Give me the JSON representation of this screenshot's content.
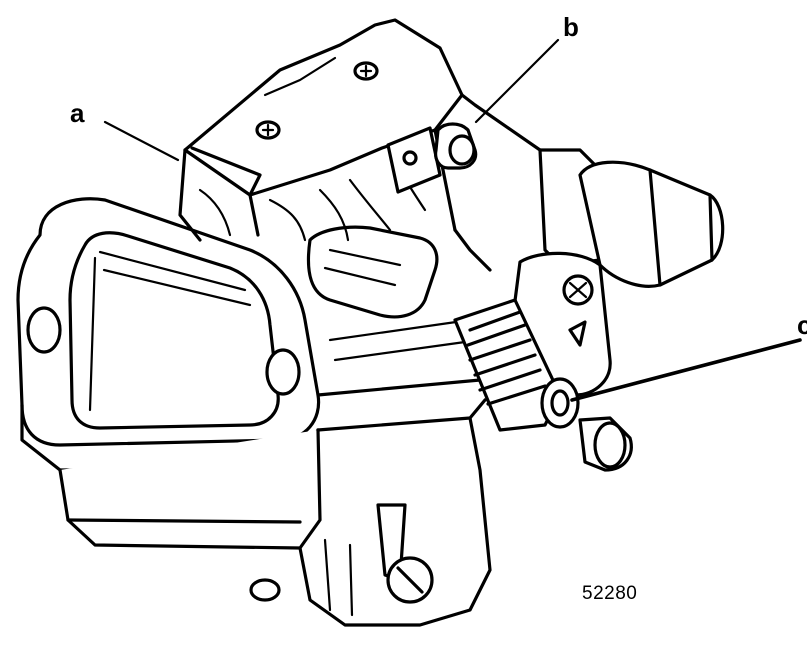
{
  "figure": {
    "callouts": {
      "a": "a",
      "b": "b",
      "c": "c"
    },
    "figure_number": "52280"
  }
}
